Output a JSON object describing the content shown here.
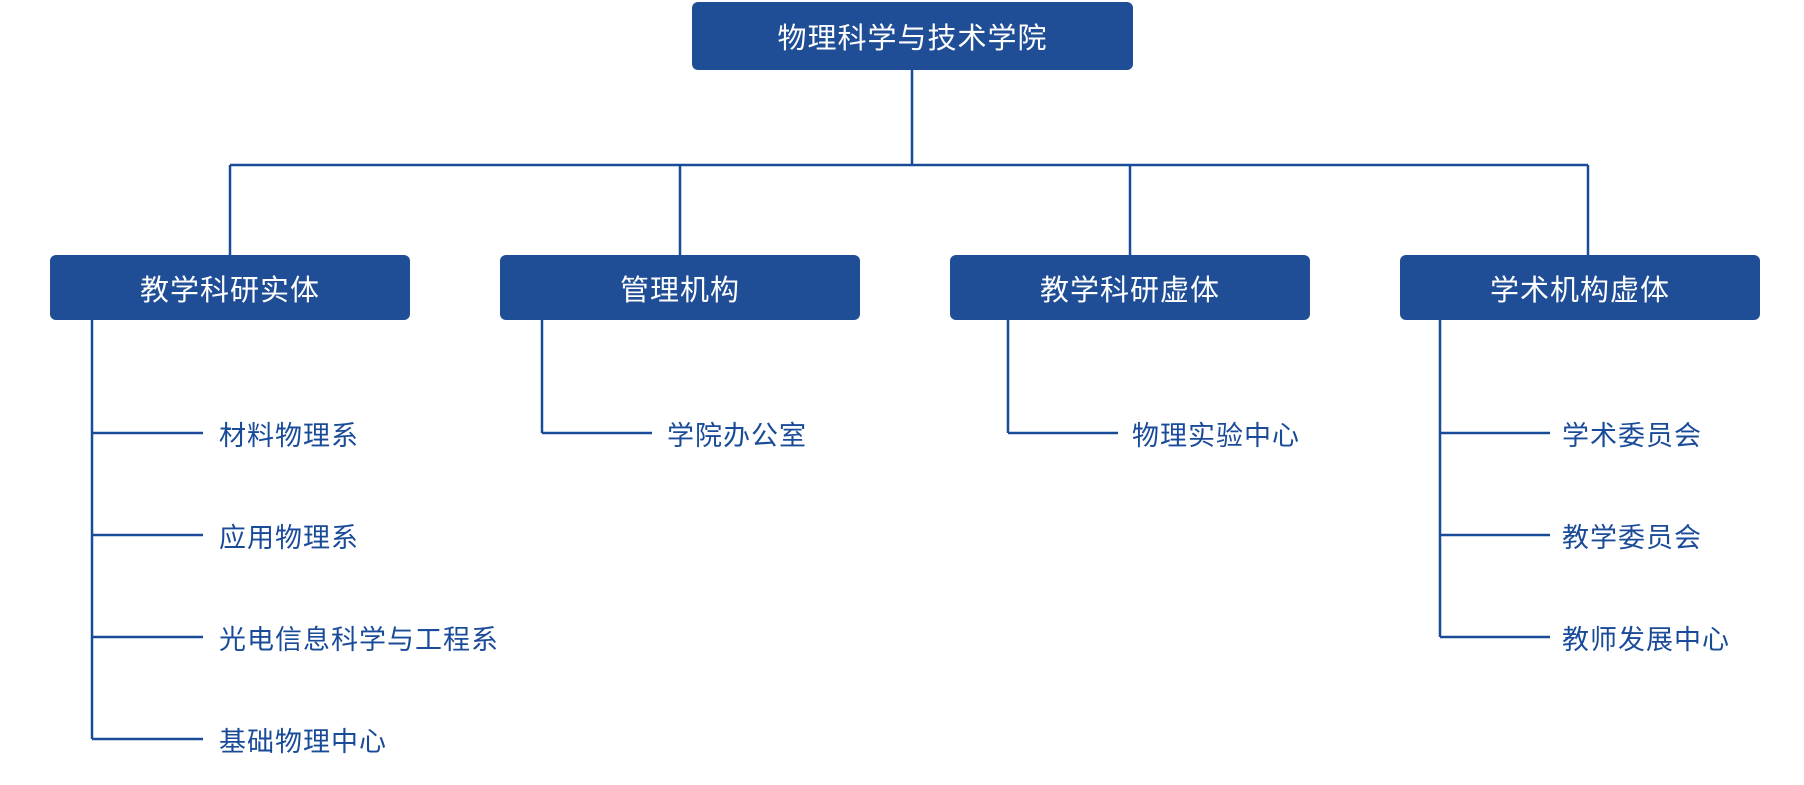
{
  "org_chart": {
    "root": {
      "label": "物理科学与技术学院"
    },
    "branches": [
      {
        "label": "教学科研实体",
        "children": [
          {
            "label": "材料物理系"
          },
          {
            "label": "应用物理系"
          },
          {
            "label": "光电信息科学与工程系"
          },
          {
            "label": "基础物理中心"
          }
        ]
      },
      {
        "label": "管理机构",
        "children": [
          {
            "label": "学院办公室"
          }
        ]
      },
      {
        "label": "教学科研虚体",
        "children": [
          {
            "label": "物理实验中心"
          }
        ]
      },
      {
        "label": "学术机构虚体",
        "children": [
          {
            "label": "学术委员会"
          },
          {
            "label": "教学委员会"
          },
          {
            "label": "教师发展中心"
          }
        ]
      }
    ],
    "colors": {
      "box_fill": "#1F4E96",
      "box_text": "#FFFFFF",
      "line_color": "#1A4B99",
      "leaf_text": "#1A4B99",
      "background": "#FFFFFF"
    }
  }
}
